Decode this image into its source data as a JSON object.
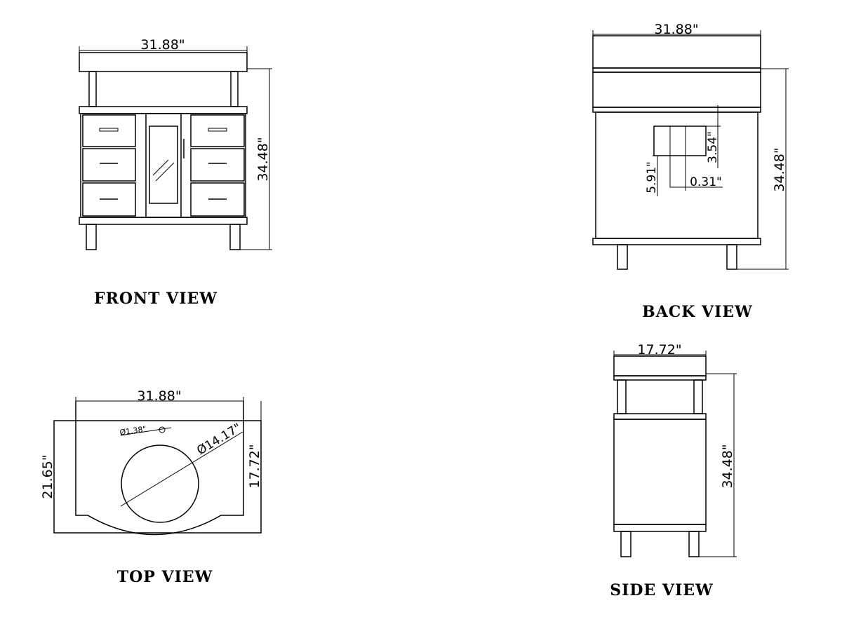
{
  "views": {
    "front": {
      "title": "FRONT VIEW",
      "width": "31.88\"",
      "height": "34.48\""
    },
    "back": {
      "title": "BACK VIEW",
      "width": "31.88\"",
      "height": "34.48\"",
      "cutout_height": "5.91\"",
      "cutout_inner": "3.54\"",
      "cutout_offset": "0.31\""
    },
    "top": {
      "title": "TOP VIEW",
      "width": "31.88\"",
      "depth": "21.65\"",
      "inner_depth": "17.72\"",
      "faucet_hole": "Ø1.38\"",
      "sink_diameter": "Ø14.17\""
    },
    "side": {
      "title": "SIDE VIEW",
      "depth": "17.72\"",
      "height": "34.48\""
    }
  }
}
